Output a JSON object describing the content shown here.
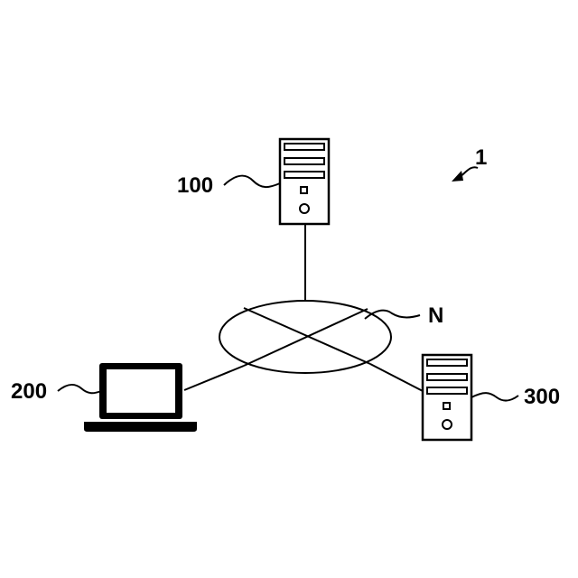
{
  "figure": {
    "system_label": "1",
    "network_label": "N",
    "nodes": [
      {
        "id": "server-100",
        "label": "100",
        "icon": "server-tower-icon"
      },
      {
        "id": "laptop-200",
        "label": "200",
        "icon": "laptop-icon"
      },
      {
        "id": "server-300",
        "label": "300",
        "icon": "server-tower-icon"
      }
    ]
  },
  "colors": {
    "stroke": "#000000",
    "background": "#ffffff"
  }
}
